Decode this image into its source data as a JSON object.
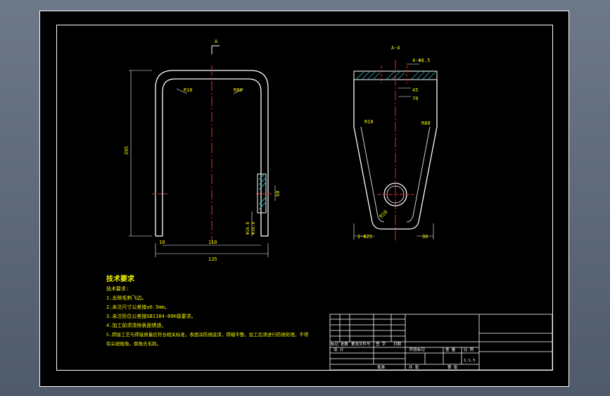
{
  "drawing": {
    "front_view": {
      "section_marker": "A",
      "dims": {
        "r_left": "R10",
        "r_right": "R80",
        "height": "395",
        "bottom_small": "10",
        "bottom_mid": "110",
        "overall_width": "135",
        "side_right": "60",
        "side_a": "Φ16.8",
        "side_b": "Φ16.8"
      }
    },
    "section_view": {
      "title": "A-A",
      "dims": {
        "top_hole": "4-Φ8.5",
        "d1": "45",
        "d2": "70",
        "r_left": "R10",
        "r_right": "R80",
        "inner_r": "R10",
        "bottom_left": "2-Φ25",
        "bottom_right": "36"
      }
    },
    "notes": {
      "heading": "技术要求",
      "subheading": "技术要求:",
      "lines": [
        "1.去除毛刺飞边。",
        "2.未注尺寸公差按±0.5mm。",
        "3.未注形位公差按GB1184-80K级要求。",
        "4.加工前须清除表面锈迹。",
        "5.焊接工艺与焊接质量应符合相关标准，表面涂防锈底漆，焊缝平整，加工后须进行防锈处理，不得",
        "  有尖锐棱角，倒角去毛刺。"
      ]
    },
    "title_block": {
      "row_label_1": "标记",
      "row_label_2": "处数",
      "row_label_3": "更改文件号",
      "row_label_4": "签 字",
      "row_label_5": "日期",
      "designer": "设 计",
      "stage": "阶段标记",
      "weight": "重 量",
      "scale_label": "比 例",
      "scale": "1:1.5",
      "sheets": "共 张",
      "sheet_no": "第 张",
      "approve": "批准"
    }
  }
}
